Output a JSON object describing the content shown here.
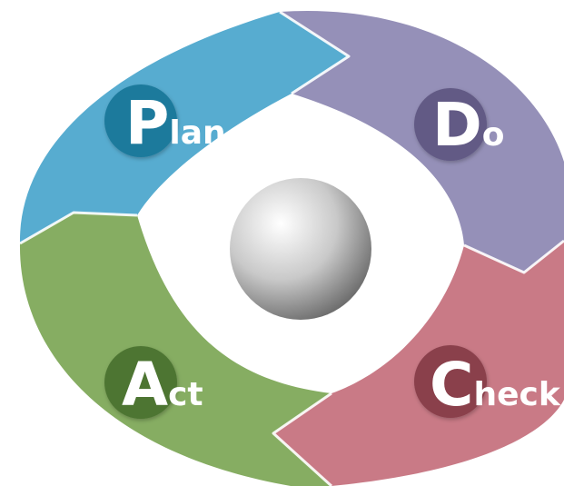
{
  "pdca": {
    "segments": [
      {
        "key": "plan",
        "initial": "P",
        "rest": "lan",
        "color": "#57acd0",
        "badge_color": "#1d7a9c"
      },
      {
        "key": "do",
        "initial": "D",
        "rest": "o",
        "color": "#9590b8",
        "badge_color": "#625a85"
      },
      {
        "key": "check",
        "initial": "C",
        "rest": "heck",
        "color": "#c97a86",
        "badge_color": "#8a3f4b"
      },
      {
        "key": "act",
        "initial": "A",
        "rest": "ct",
        "color": "#86ad62",
        "badge_color": "#4d7532"
      }
    ],
    "center_sphere": {
      "highlight_color": "#ffffff",
      "mid_color": "#c9c9c9",
      "shadow_color": "#6e6e6e"
    }
  }
}
